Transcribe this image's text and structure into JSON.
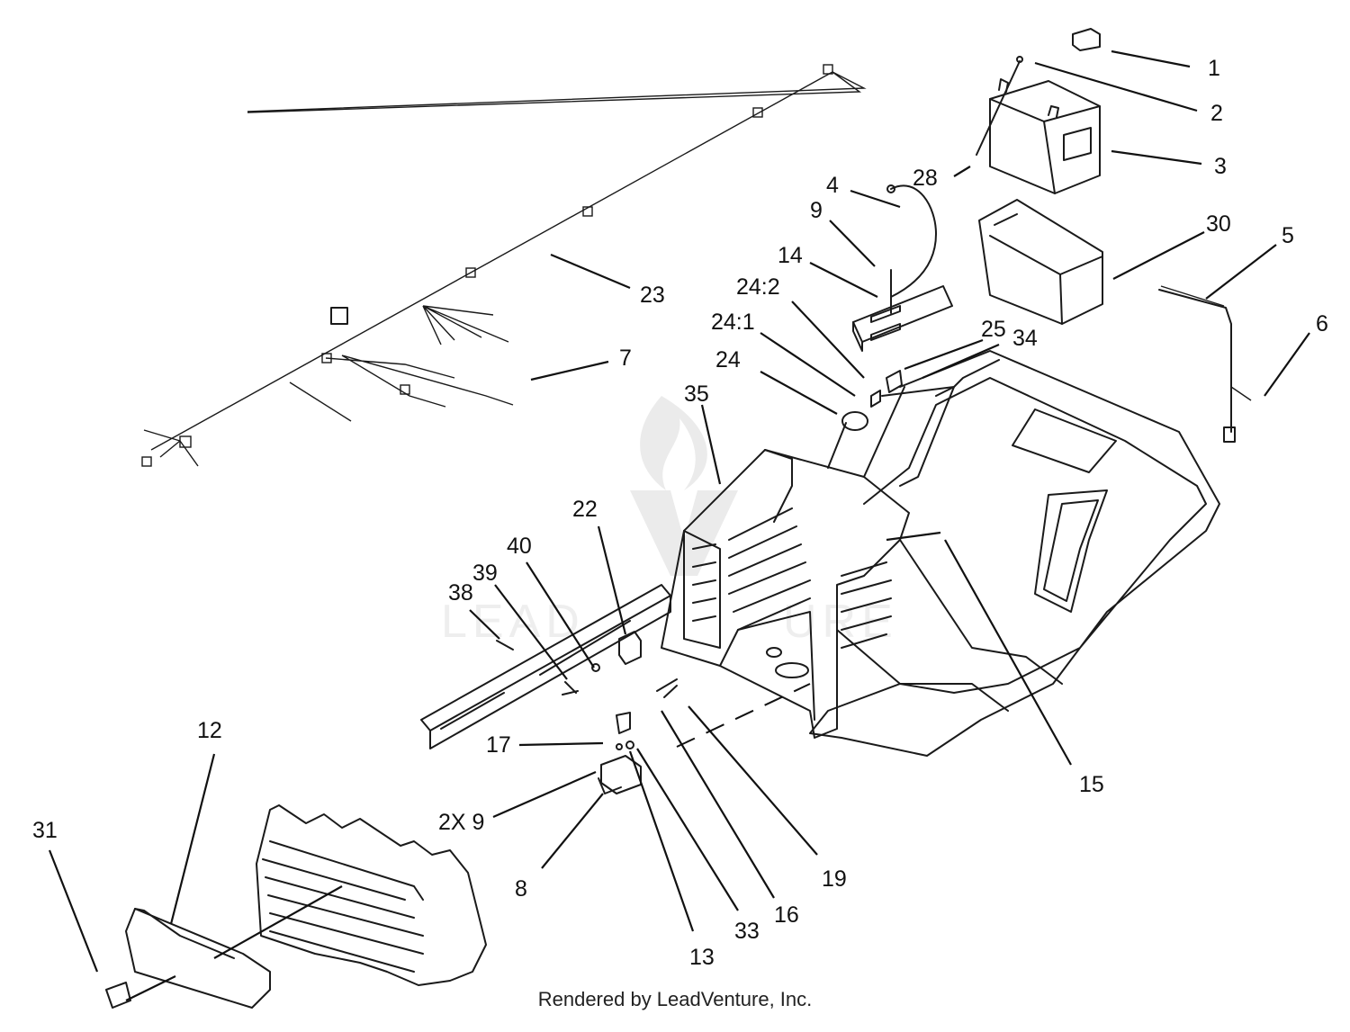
{
  "diagram": {
    "callouts": [
      {
        "id": "c1",
        "label": "1"
      },
      {
        "id": "c2",
        "label": "2"
      },
      {
        "id": "c3",
        "label": "3"
      },
      {
        "id": "c28",
        "label": "28"
      },
      {
        "id": "c4",
        "label": "4"
      },
      {
        "id": "c9",
        "label": "9"
      },
      {
        "id": "c30",
        "label": "30"
      },
      {
        "id": "c5",
        "label": "5"
      },
      {
        "id": "c14",
        "label": "14"
      },
      {
        "id": "c24_2",
        "label": "24:2"
      },
      {
        "id": "c24_1",
        "label": "24:1"
      },
      {
        "id": "c23",
        "label": "23"
      },
      {
        "id": "c6",
        "label": "6"
      },
      {
        "id": "c25",
        "label": "25"
      },
      {
        "id": "c34",
        "label": "34"
      },
      {
        "id": "c7",
        "label": "7"
      },
      {
        "id": "c24",
        "label": "24"
      },
      {
        "id": "c35",
        "label": "35"
      },
      {
        "id": "c22",
        "label": "22"
      },
      {
        "id": "c40",
        "label": "40"
      },
      {
        "id": "c39",
        "label": "39"
      },
      {
        "id": "c38",
        "label": "38"
      },
      {
        "id": "c12",
        "label": "12"
      },
      {
        "id": "c17",
        "label": "17"
      },
      {
        "id": "c15",
        "label": "15"
      },
      {
        "id": "c31",
        "label": "31"
      },
      {
        "id": "c2x9",
        "label": "2X 9"
      },
      {
        "id": "c19",
        "label": "19"
      },
      {
        "id": "c8",
        "label": "8"
      },
      {
        "id": "c16",
        "label": "16"
      },
      {
        "id": "c33",
        "label": "33"
      },
      {
        "id": "c13",
        "label": "13"
      }
    ]
  },
  "footer": {
    "credit": "Rendered by LeadVenture, Inc."
  },
  "colors": {
    "line": "#1a1a1a",
    "watermark": "#e9e9e9",
    "background": "#ffffff"
  }
}
